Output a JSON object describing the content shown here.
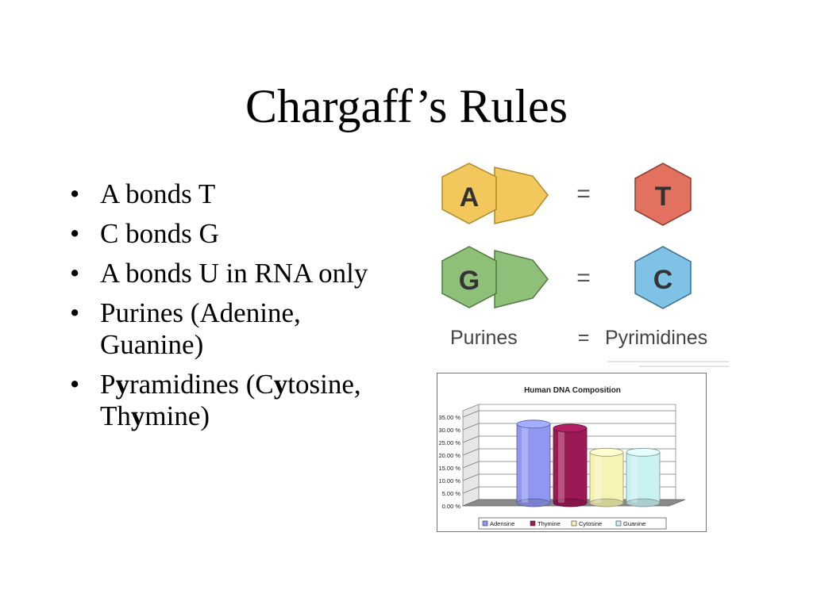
{
  "slide": {
    "title": "Chargaff’s Rules",
    "bullets": [
      {
        "bullet": "•",
        "text": "A bonds T"
      },
      {
        "bullet": "•",
        "text": "C bonds G"
      },
      {
        "bullet": "•",
        "text": "A bonds U in RNA only"
      },
      {
        "bullet": "•",
        "text": "Purines (Adenine, Guanine)"
      },
      {
        "bullet": "•",
        "parts": [
          "P",
          "y",
          "ramidines (C",
          "y",
          "tosine, Th",
          "y",
          "mine)"
        ]
      }
    ]
  },
  "diagram": {
    "pair1": {
      "left": "A",
      "eq": "=",
      "right": "T"
    },
    "pair2": {
      "left": "G",
      "eq": "=",
      "right": "C"
    },
    "legend": {
      "left": "Purines",
      "eq": "=",
      "right": "Pyrimidines"
    },
    "colors": {
      "A": "#f2c75c",
      "T": "#e2715f",
      "G": "#8fc07a",
      "C": "#7ec2e6"
    }
  },
  "chart_data": {
    "type": "bar",
    "title": "Human DNA Composition",
    "categories": [
      "Adensine",
      "Thymine",
      "Cytosine",
      "Guanine"
    ],
    "values": [
      31.0,
      29.4,
      19.9,
      19.9
    ],
    "ylim": [
      0,
      35
    ],
    "ytick_labels": [
      "35.00 %",
      "30.00 %",
      "25.00 %",
      "20.00 %",
      "15.00 %",
      "10.00 %",
      "5.00 %",
      "0.00 %"
    ],
    "grid": true,
    "legend_position": "bottom",
    "colors": [
      "#8f97f0",
      "#9b1a56",
      "#f7f3b4",
      "#c8f1f1"
    ]
  }
}
